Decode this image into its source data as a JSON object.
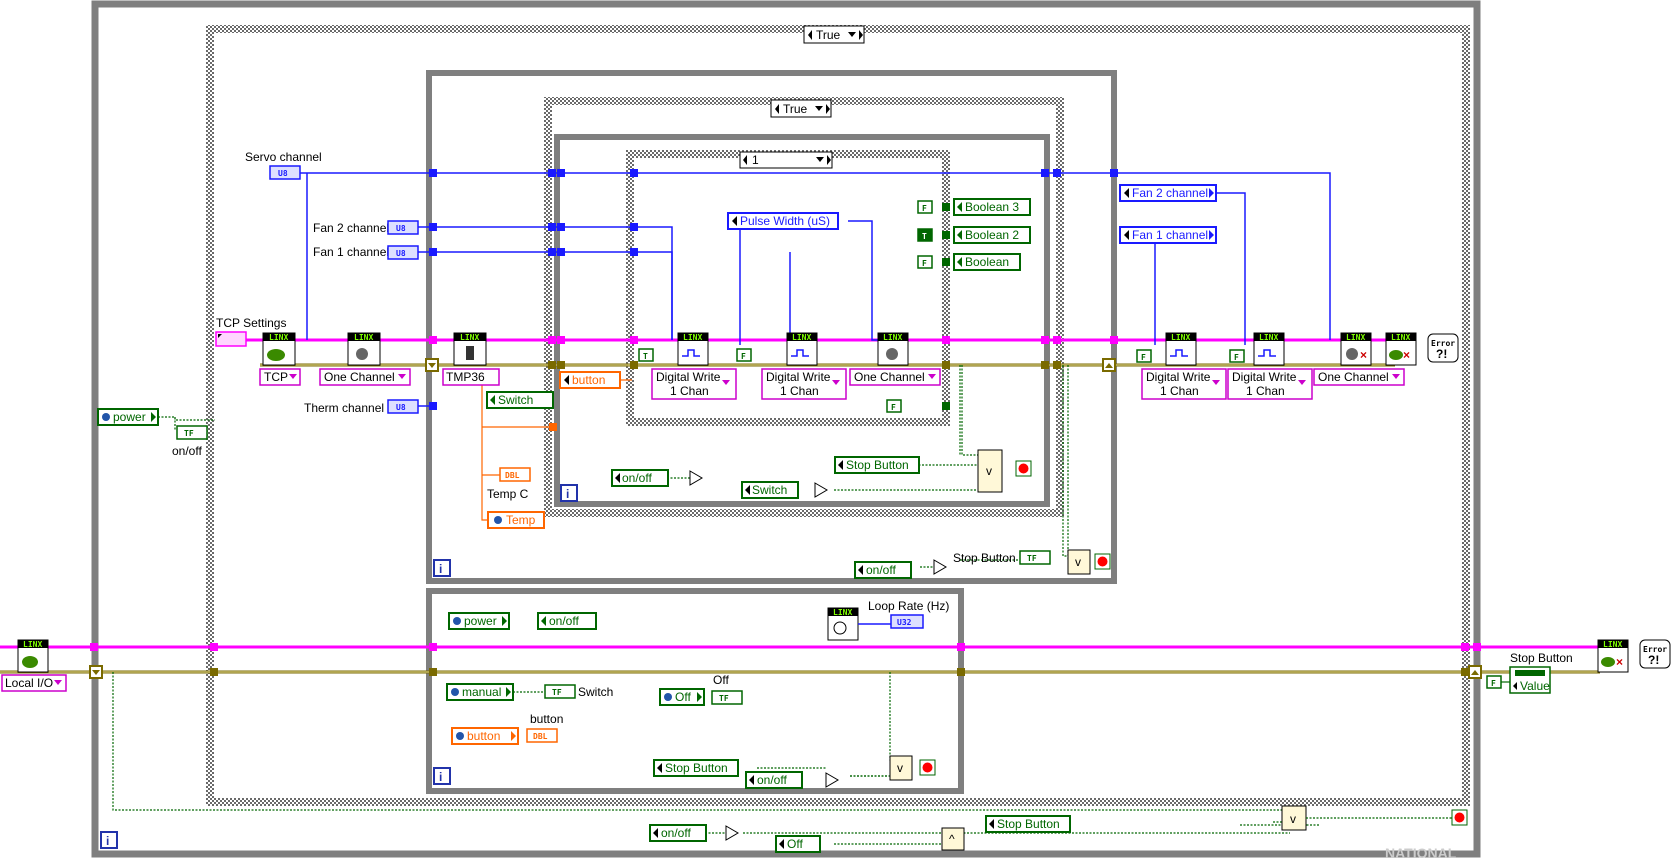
{
  "diagram": {
    "outer_case": "True",
    "inner_case": "True",
    "seq_case": "1",
    "labels": {
      "servo_channel": "Servo  channel",
      "fan2_channel": "Fan 2 channel",
      "fan1_channel": "Fan 1 channel",
      "tcp_settings": "TCP Settings",
      "therm_channel": "Therm  channel",
      "on_off": "on/off",
      "temp_c": "Temp C",
      "stop_button": "Stop Button",
      "loop_rate": "Loop Rate (Hz)",
      "switch": "Switch",
      "off": "Off",
      "button": "button",
      "stop_button_right": "Stop Button"
    },
    "constants": {
      "u8": "U8",
      "u32": "U32",
      "tf": "TF",
      "dbl": "DBL",
      "true_const": "T",
      "false_const": "F"
    },
    "selectors": {
      "tcp": "TCP",
      "one_channel": "One Channel",
      "tmp36": "TMP36",
      "digital_write": "Digital Write",
      "one_chan": "1 Chan",
      "local_io": "Local I/O"
    },
    "locals": {
      "power": "power",
      "switch": "Switch",
      "temp": "Temp",
      "button": "button",
      "pulse_width": "Pulse Width (uS)",
      "boolean3": "Boolean 3",
      "boolean2": "Boolean 2",
      "boolean": "Boolean",
      "on_off": "on/off",
      "stop_button": "Stop Button",
      "fan2_channel": "Fan 2 channel",
      "fan1_channel": "Fan 1 channel",
      "manual": "manual",
      "off": "Off",
      "value": "Value"
    },
    "icons": {
      "linx": "LINX",
      "error": "Error",
      "iteration": "i",
      "or_gate": "v",
      "and_gate": "^"
    },
    "colors": {
      "structure": "#7f7f7f",
      "u8_wire": "#1a1aff",
      "bool_wire": "#006600",
      "dbl_wire": "#ff6600",
      "cluster_wire": "#ff00ff",
      "error_wire": "#7a6a00"
    },
    "watermark": "NATIONAL"
  }
}
